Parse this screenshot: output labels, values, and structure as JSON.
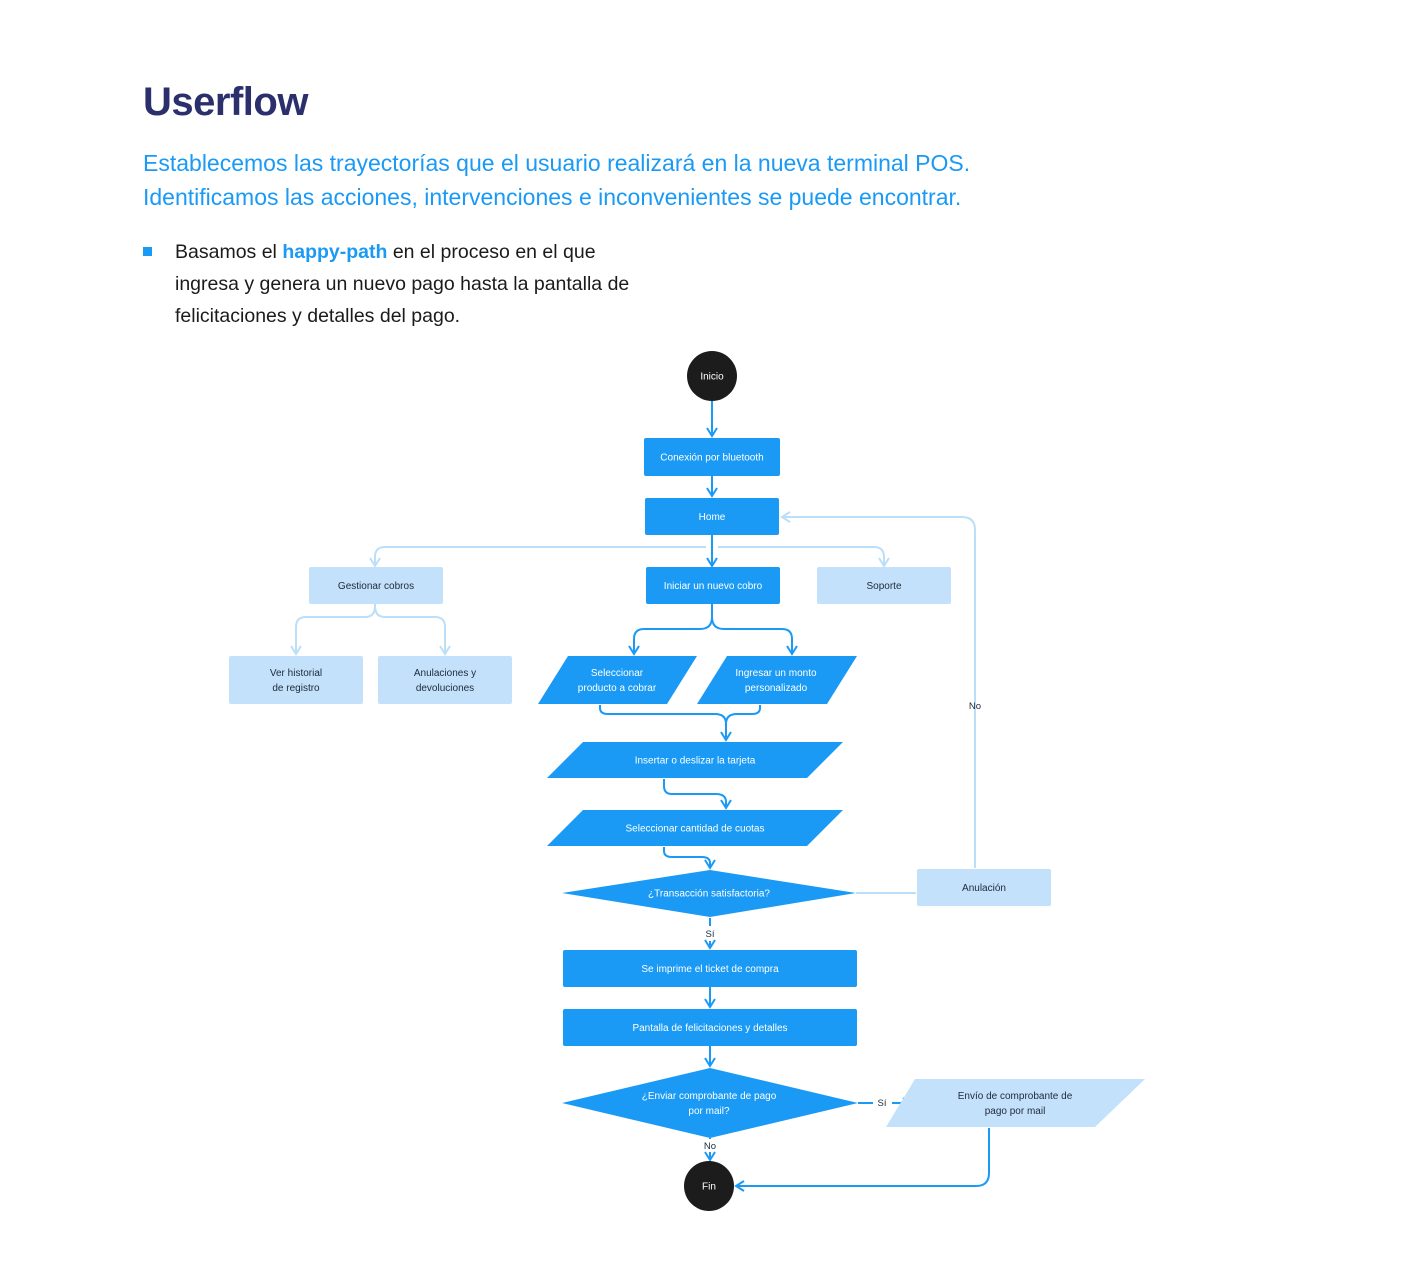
{
  "header": {
    "title": "Userflow",
    "subtitle_line1": "Establecemos las trayectorías que el usuario realizará en la nueva terminal POS.",
    "subtitle_line2": "Identificamos las acciones, intervenciones e inconvenientes se puede encontrar."
  },
  "bullet": {
    "before": "Basamos el",
    "highlight": "happy-path",
    "after": "en el proceso en el que ingresa y genera un nuevo pago hasta la pantalla de felicitaciones y detalles del pago."
  },
  "colors": {
    "primary": "#1a9af5",
    "light": "#c3e1fb",
    "title": "#2b2f6b",
    "terminal": "#1c1c1c"
  },
  "flow": {
    "start": "Inicio",
    "bluetooth": "Conexión por bluetooth",
    "home": "Home",
    "gestionar": "Gestionar cobros",
    "nuevo_cobro": "Iniciar un nuevo cobro",
    "soporte": "Soporte",
    "historial_l1": "Ver historial",
    "historial_l2": "de registro",
    "anulaciones_l1": "Anulaciones y",
    "anulaciones_l2": "devoluciones",
    "seleccionar_l1": "Seleccionar",
    "seleccionar_l2": "producto a cobrar",
    "ingresar_l1": "Ingresar un monto",
    "ingresar_l2": "personalizado",
    "insertar": "Insertar o deslizar la tarjeta",
    "cuotas": "Seleccionar cantidad de cuotas",
    "transaccion": "¿Transacción satisfactoria?",
    "anulacion": "Anulación",
    "no_label_1": "No",
    "si_label_1": "Sí",
    "ticket": "Se imprime el ticket de compra",
    "felicitaciones": "Pantalla de felicitaciones y detalles",
    "enviar_l1": "¿Enviar comprobante de pago",
    "enviar_l2": "por mail?",
    "si_label_2": "Sí",
    "envio_l1": "Envío de comprobante de",
    "envio_l2": "pago por mail",
    "no_label_2": "No",
    "end": "Fin"
  }
}
